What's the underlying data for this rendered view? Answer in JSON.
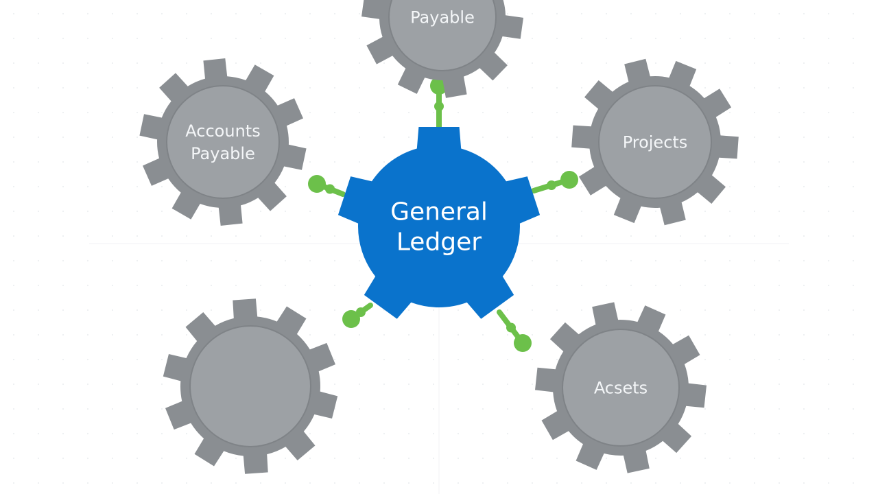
{
  "diagram": {
    "hub": {
      "name": "general-ledger-hub",
      "lines": [
        "General",
        "Ledger"
      ]
    },
    "gears": [
      {
        "name": "gear-top",
        "lines": [
          "Payable"
        ]
      },
      {
        "name": "gear-left",
        "lines": [
          "Accounts",
          "Payable"
        ]
      },
      {
        "name": "gear-right",
        "lines": [
          "Projects"
        ]
      },
      {
        "name": "gear-bottom-left",
        "lines": []
      },
      {
        "name": "gear-bottom-right",
        "lines": [
          "Acsets"
        ]
      }
    ],
    "colors": {
      "hub": "#0a73cc",
      "gear_body": "#8a8e92",
      "gear_face": "#9da1a5",
      "connector": "#6cc04a",
      "background": "#ffffff",
      "grid_dot": "#eceff1"
    }
  }
}
